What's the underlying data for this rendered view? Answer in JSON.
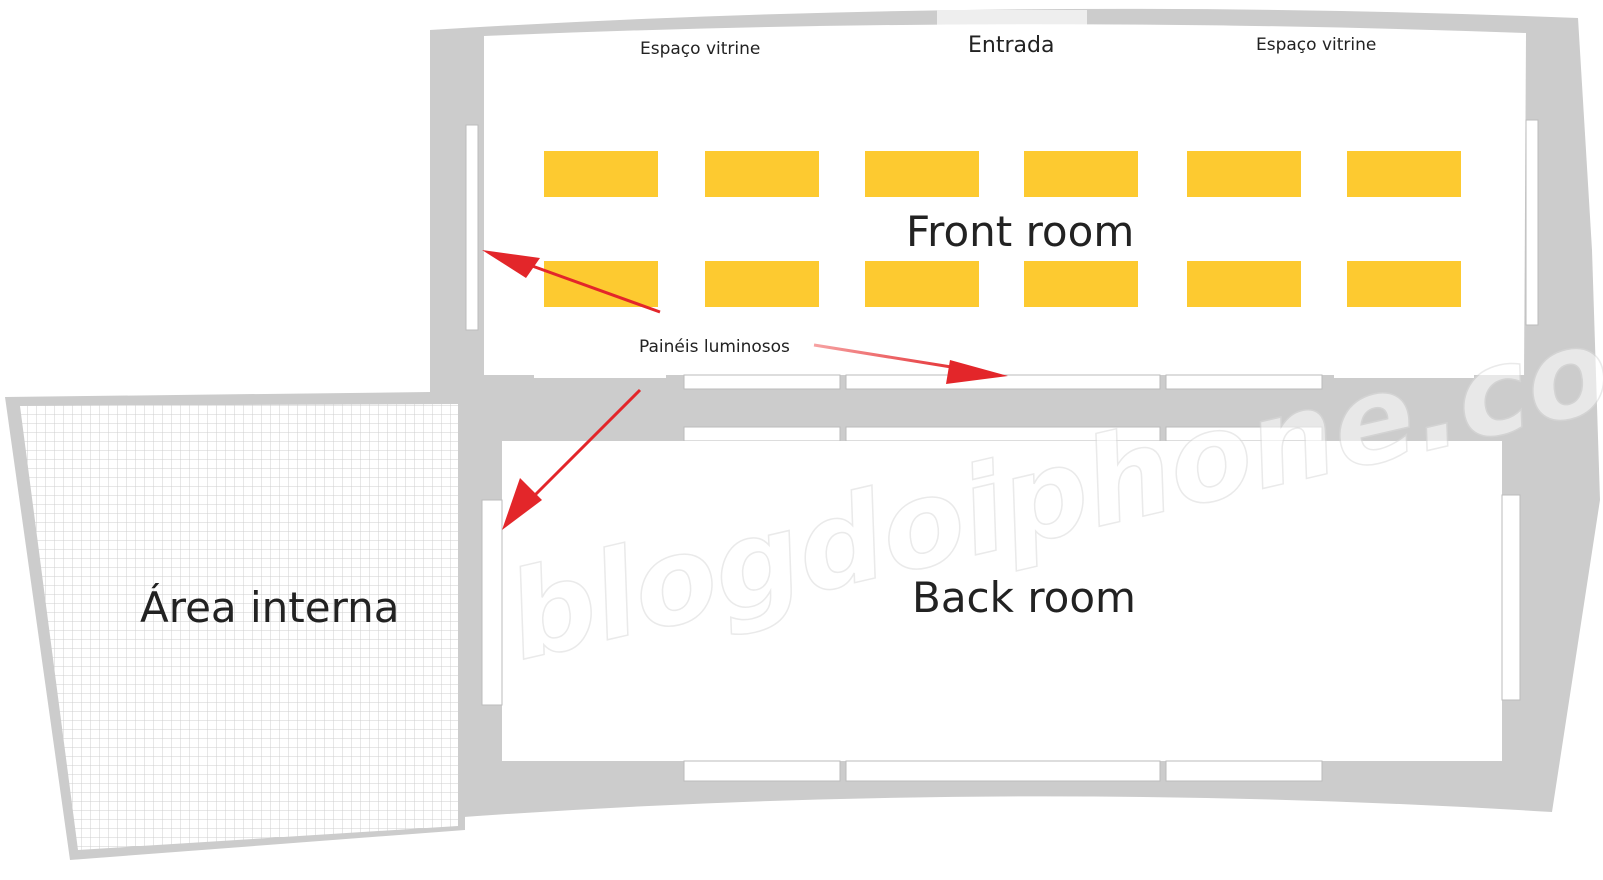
{
  "labels": {
    "vitrine_left": "Espaço vitrine",
    "entrance": "Entrada",
    "vitrine_right": "Espaço vitrine",
    "front_room": "Front room",
    "back_room": "Back room",
    "inner_area": "Área interna",
    "light_panels": "Painéis luminosos"
  },
  "watermark": "blogdoiphone.com",
  "tables": {
    "count_per_row": 6,
    "rows": 2
  },
  "colors": {
    "wall": "#cccccc",
    "floor": "#ffffff",
    "table": "#fdca30",
    "arrow": "#e3262a",
    "grid_line": "#d0d0d0"
  }
}
